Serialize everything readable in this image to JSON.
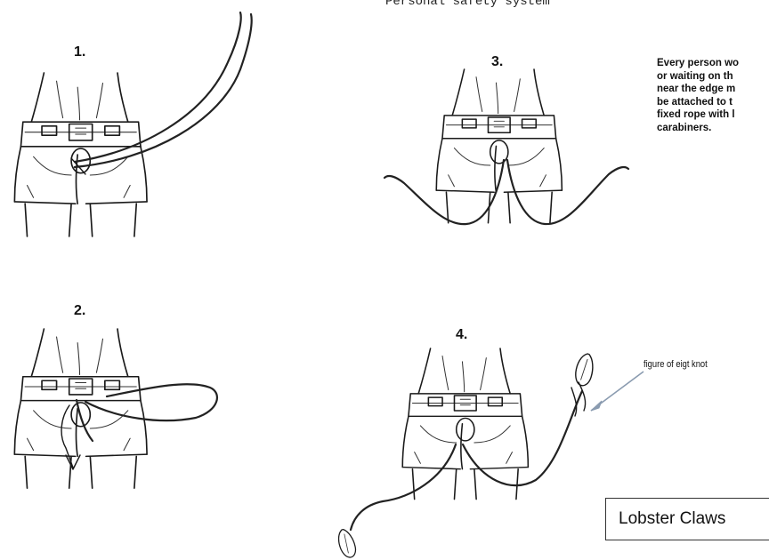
{
  "title": "Personal safety system",
  "steps": [
    "1.",
    "2.",
    "3.",
    "4."
  ],
  "note_lines": [
    "Every person wo",
    "or waiting on th",
    "near the edge m",
    "be attached to t",
    "fixed rope with l",
    "carabiners."
  ],
  "callout": "figure of eigt knot",
  "box_label": "Lobster Claws",
  "colors": {
    "ink": "#1a1a1a",
    "arrow": "#8a9bb0",
    "background": "#ffffff"
  },
  "icons": [
    "harness-figure",
    "rope",
    "carabiner",
    "arrow"
  ]
}
